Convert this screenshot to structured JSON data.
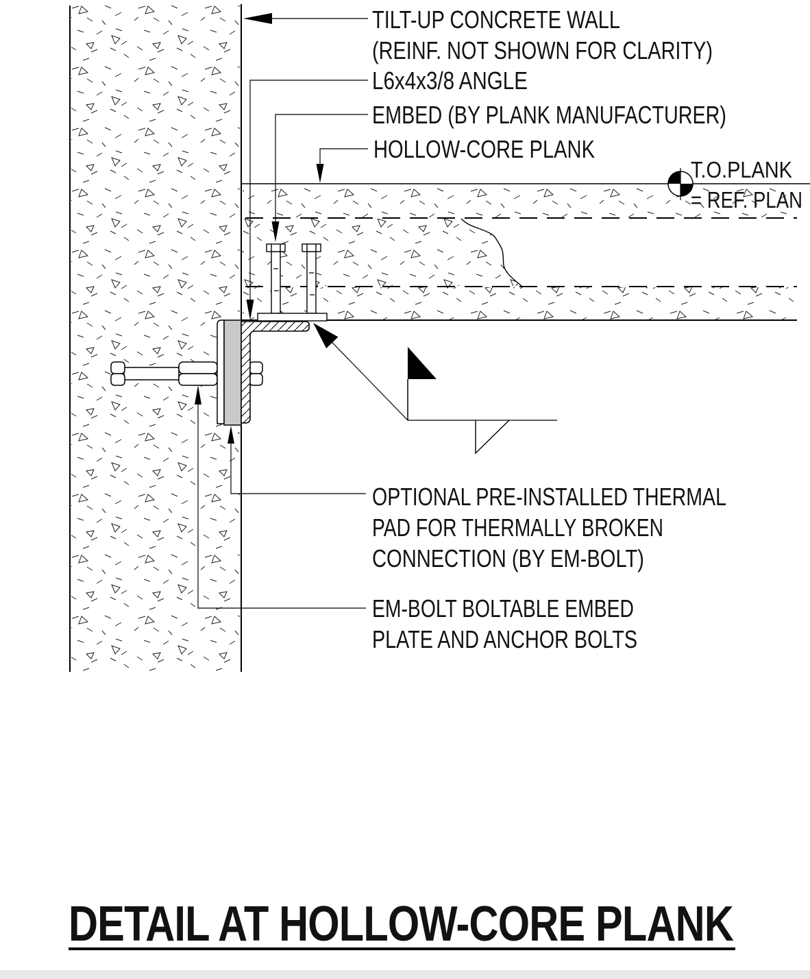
{
  "drawing": {
    "callouts": {
      "tilt_up_wall": {
        "lines": [
          "TILT-UP CONCRETE WALL",
          "(REINF. NOT SHOWN FOR CLARITY)"
        ]
      },
      "angle": {
        "lines": [
          "L6x4x3/8 ANGLE"
        ]
      },
      "embed": {
        "lines": [
          "EMBED (BY PLANK MANUFACTURER)"
        ]
      },
      "hollow_core_plank": {
        "lines": [
          "HOLLOW-CORE PLANK"
        ]
      },
      "thermal_pad": {
        "lines": [
          "OPTIONAL PRE-INSTALLED THERMAL",
          "PAD FOR THERMALLY BROKEN",
          "CONNECTION (BY EM-BOLT)"
        ]
      },
      "em_bolt": {
        "lines": [
          "EM-BOLT BOLTABLE EMBED",
          "PLATE AND ANCHOR BOLTS"
        ]
      }
    },
    "elevation_marker": {
      "line1": "T.O.PLANK",
      "line2": "= REF. PLAN"
    },
    "title": "DETAIL AT HOLLOW-CORE PLANK",
    "colors": {
      "line": "#000000",
      "pad_fill": "#c9c9c9",
      "bottom_bar": "#e9e9e9",
      "background": "#ffffff"
    }
  }
}
